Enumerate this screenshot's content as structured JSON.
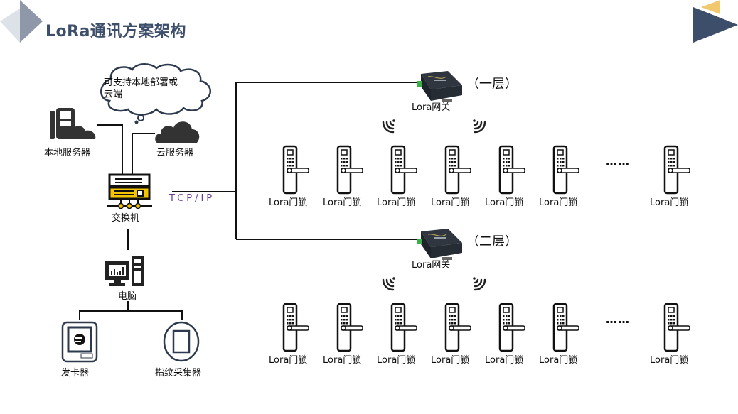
{
  "header": {
    "title": "LoRa通讯方案架构",
    "accent_colors": {
      "navy": "#3d4e6a",
      "gray": "#8e98a8",
      "light_gray": "#dde1e8",
      "gold": "#f0c86e"
    }
  },
  "left": {
    "cloud_note": [
      "可支持本地部署或",
      "云端"
    ],
    "local_server": "本地服务器",
    "cloud_server": "云服务器",
    "switch": "交换机",
    "protocol": "TCP/IP",
    "protocol_color": "#6b3a93",
    "computer": "电脑",
    "card_issuer": "发卡器",
    "fingerprint_collector": "指纹采集器"
  },
  "floors": [
    {
      "label": "（一层）",
      "gateway": "Lora网关",
      "locks": [
        "Lora门锁",
        "Lora门锁",
        "Lora门锁",
        "Lora门锁",
        "Lora门锁",
        "Lora门锁"
      ],
      "ellipsis": "……",
      "last_lock": "Lora门锁"
    },
    {
      "label": "（二层）",
      "gateway": "Lora网关",
      "locks": [
        "Lora门锁",
        "Lora门锁",
        "Lora门锁",
        "Lora门锁",
        "Lora门锁",
        "Lora门锁"
      ],
      "ellipsis": "……",
      "last_lock": "Lora门锁"
    }
  ]
}
